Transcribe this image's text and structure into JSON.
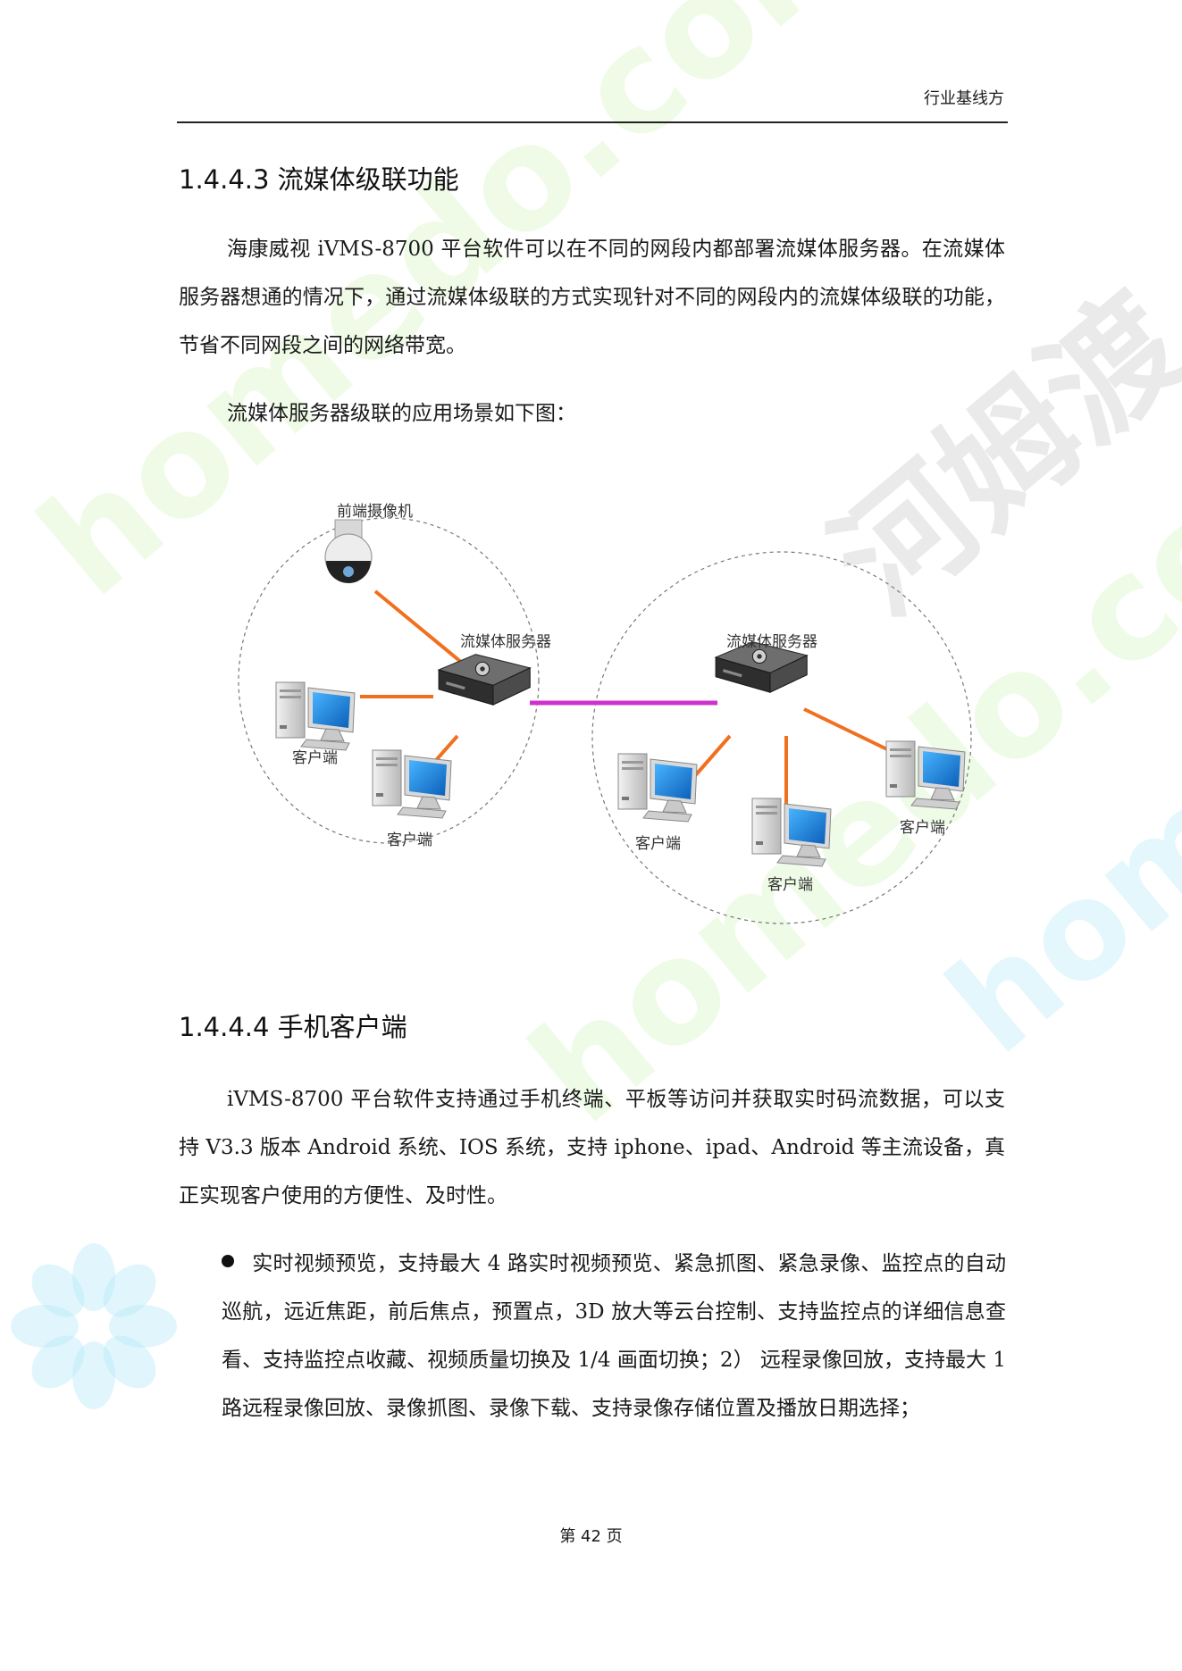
{
  "header": {
    "title": "行业基线方"
  },
  "sections": [
    {
      "heading": "1.4.4.3  流媒体级联功能",
      "paragraphs": [
        "海康威视 iVMS-8700 平台软件可以在不同的网段内都部署流媒体服务器。在流媒体服务器想通的情况下，通过流媒体级联的方式实现针对不同的网段内的流媒体级联的功能，节省不同网段之间的网络带宽。",
        "流媒体服务器级联的应用场景如下图："
      ]
    },
    {
      "heading": "1.4.4.4  手机客户端",
      "paragraphs": [
        "iVMS-8700 平台软件支持通过手机终端、平板等访问并获取实时码流数据，可以支持 V3.3 版本 Android 系统、IOS 系统，支持 iphone、ipad、Android 等主流设备，真正实现客户使用的方便性、及时性。"
      ],
      "bullets": [
        "实时视频预览，支持最大 4 路实时视频预览、紧急抓图、紧急录像、监控点的自动巡航，远近焦距，前后焦点，预置点，3D 放大等云台控制、支持监控点的详细信息查看、支持监控点收藏、视频质量切换及 1/4 画面切换；2） 远程录像回放，支持最大 1 路远程录像回放、录像抓图、录像下载、支持录像存储位置及播放日期选择；"
      ]
    }
  ],
  "diagram": {
    "camera_label": "前端摄像机",
    "server_left_label": "流媒体服务器",
    "server_right_label": "流媒体服务器",
    "client_label_1": "客户端",
    "client_label_2": "客户端",
    "client_label_3": "客户端",
    "client_label_4": "客户端",
    "client_label_5": "客户端",
    "link_color": "#cc33cc",
    "connector_color": "#f07020",
    "screen_color": "#1e88d8"
  },
  "watermarks": {
    "site_1": "homedo.com",
    "site_2": "homedo.com",
    "site_3": "homedo.com",
    "brand": "河姆渡"
  },
  "footer": {
    "page_label": "第 42 页"
  }
}
